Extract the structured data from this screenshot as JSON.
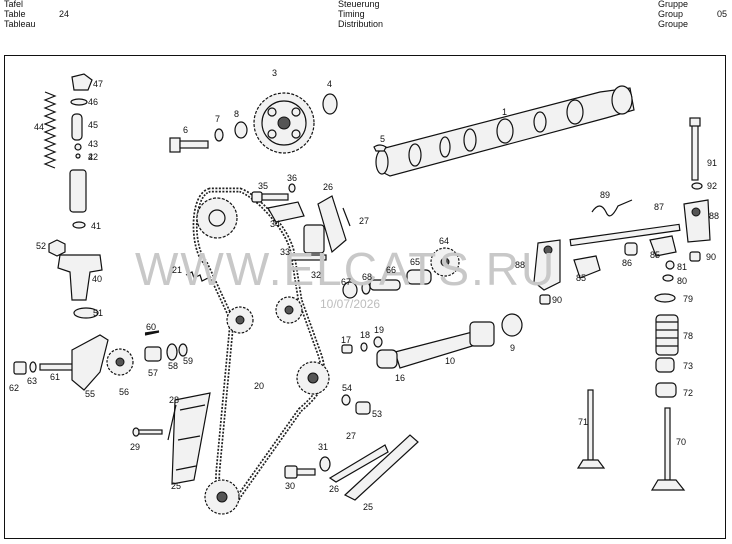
{
  "header": {
    "left_labels": [
      "Tafel",
      "Table",
      "Tableau"
    ],
    "table_number": "24",
    "center_labels": [
      "Steuerung",
      "Timing",
      "Distribution"
    ],
    "right_labels": [
      "Gruppe",
      "Group",
      "Groupe"
    ],
    "group_number": "05"
  },
  "watermark": {
    "site": "WWW.ELCATS.RU",
    "date": "10/07/2026"
  },
  "callouts": [
    "1",
    "2",
    "3",
    "4",
    "5",
    "6",
    "7",
    "8",
    "9",
    "10",
    "16",
    "17",
    "18",
    "19",
    "20",
    "21",
    "25",
    "25",
    "26",
    "26",
    "27",
    "27",
    "28",
    "29",
    "30",
    "31",
    "32",
    "33",
    "34",
    "35",
    "36",
    "40",
    "41",
    "42",
    "43",
    "44",
    "45",
    "46",
    "47",
    "51",
    "52",
    "53",
    "54",
    "55",
    "56",
    "57",
    "58",
    "59",
    "60",
    "61",
    "62",
    "63",
    "64",
    "65",
    "66",
    "67",
    "68",
    "70",
    "71",
    "72",
    "73",
    "78",
    "79",
    "80",
    "81",
    "85",
    "85",
    "86",
    "87",
    "88",
    "88",
    "89",
    "90",
    "90",
    "91",
    "92"
  ]
}
